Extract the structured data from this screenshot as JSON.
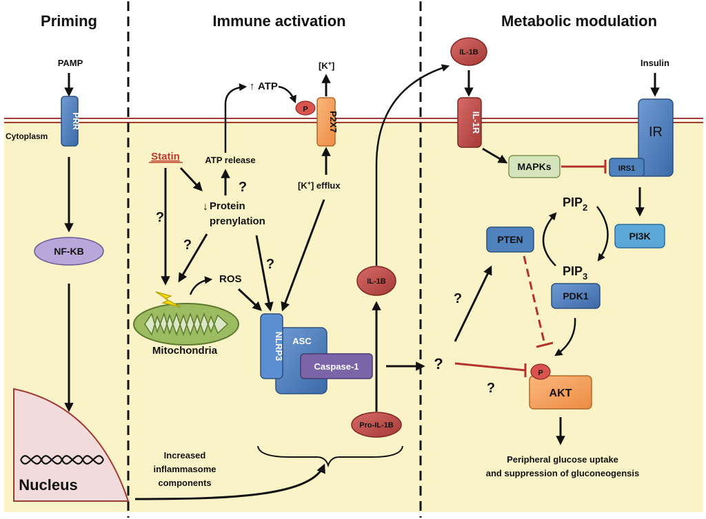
{
  "headers": {
    "priming": "Priming",
    "immune": "Immune activation",
    "metabolic": "Metabolic modulation"
  },
  "labels": {
    "pamp": "PAMP",
    "cytoplasm": "Cytoplasm",
    "prr": "PRR",
    "nfkb": "NF-KB",
    "nucleus": "Nucleus",
    "increased": "Increased",
    "inflammasome": "inflammasome",
    "components": "components",
    "statin": "Statin",
    "atp_release": "ATP release",
    "protein": "Protein",
    "prenylation": "prenylation",
    "atp": "ATP",
    "k_top": "[K",
    "k_top_sup": "+",
    "k_top_close": "]",
    "k_efflux_a": "[K",
    "k_efflux_sup": "+",
    "k_efflux_b": "] efflux",
    "p": "P",
    "p2x7": "P2X7",
    "ros": "ROS",
    "mitochondria": "Mitochondria",
    "nlrp3": "NLRP3",
    "asc": "ASC",
    "caspase1": "Caspase-1",
    "il1b_mid": "IL-1B",
    "pro_il1b": "Pro-IL-1B",
    "il1b_top": "IL-1B",
    "il1r": "IL-1R",
    "mapks": "MAPKs",
    "insulin": "Insulin",
    "ir": "IR",
    "irs1": "IRS1",
    "pip": "PIP",
    "pip2_sub": "2",
    "pip3_sub": "3",
    "pten": "PTEN",
    "pi3k": "PI3K",
    "pdk1": "PDK1",
    "akt": "AKT",
    "p_akt": "P",
    "question": "?",
    "glucose1": "Peripheral glucose uptake",
    "glucose2": "and suppression of gluconeogensis"
  },
  "colors": {
    "cytoplasm_fill": "#fbf3c8",
    "membrane": "#a13a34",
    "blue_node": "#4f81bd",
    "red_node": "#c0504d",
    "orange_node": "#f7a15e",
    "purple_node": "#7b64a8",
    "lavender_node": "#b7a8d9",
    "green_node": "#d6e4bc",
    "mito": "#9dbb61",
    "nucleus_fill": "#f2dcdb",
    "inhibit": "#b3322c"
  }
}
